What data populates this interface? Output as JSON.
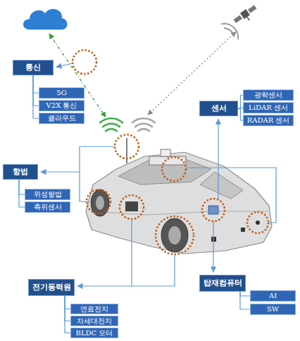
{
  "diagram": {
    "nodes": [
      {
        "text": [
          "통신"
        ]
      },
      {
        "text": [
          "5G"
        ]
      },
      {
        "text": [
          "V2X 통신"
        ]
      },
      {
        "text": [
          "클라우드"
        ]
      },
      {
        "text": [
          "센서"
        ]
      },
      {
        "text": [
          "광학센서"
        ]
      },
      {
        "text": [
          "LiDAR 센서"
        ]
      },
      {
        "text": [
          "RADAR 센서"
        ]
      },
      {
        "text": [
          "항법"
        ]
      },
      {
        "text": [
          "위성항법"
        ]
      },
      {
        "text": [
          "측위센서"
        ]
      },
      {
        "text": [
          "전기동력원"
        ]
      },
      {
        "text": [
          "연료전지"
        ]
      },
      {
        "text": [
          "차세대전지"
        ]
      },
      {
        "text": [
          "BLDC 모터"
        ]
      },
      {
        "text": [
          "탑재컴퓨터"
        ]
      },
      {
        "text": [
          "AI"
        ]
      },
      {
        "text": [
          "SW"
        ]
      }
    ],
    "edges": [
      {
        "from": 0,
        "to": 1,
        "arrow": "none"
      },
      {
        "from": 0,
        "to": 2,
        "arrow": "none"
      },
      {
        "from": 0,
        "to": 3,
        "arrow": "none"
      },
      {
        "from": 4,
        "to": 5,
        "arrow": "none"
      },
      {
        "from": 4,
        "to": 6,
        "arrow": "none"
      },
      {
        "from": 4,
        "to": 7,
        "arrow": "none"
      },
      {
        "from": 8,
        "to": 9,
        "arrow": "none"
      },
      {
        "from": 8,
        "to": 10,
        "arrow": "none"
      },
      {
        "from": 11,
        "to": 12,
        "arrow": "none"
      },
      {
        "from": 11,
        "to": 13,
        "arrow": "none"
      },
      {
        "from": 11,
        "to": 14,
        "arrow": "none"
      },
      {
        "from": 15,
        "to": 16,
        "arrow": "none"
      },
      {
        "from": 15,
        "to": 17,
        "arrow": "none"
      }
    ]
  }
}
